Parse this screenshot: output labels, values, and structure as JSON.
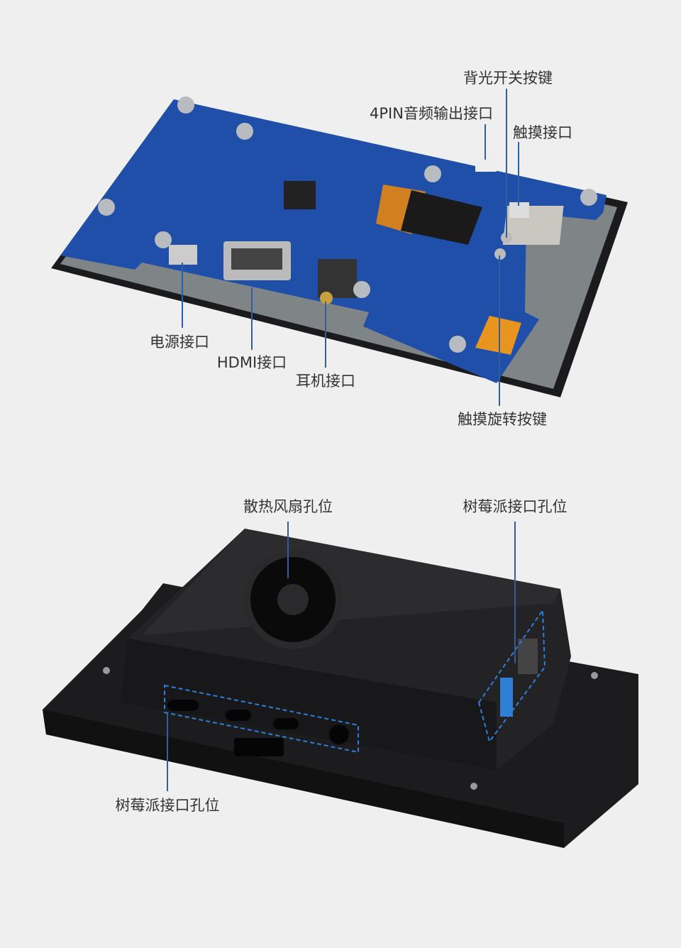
{
  "labels": {
    "backlight_switch": "背光开关按键",
    "audio_4pin": "4PIN音频输出接口",
    "touch_port": "触摸接口",
    "power_port": "电源接口",
    "hdmi_port": "HDMI接口",
    "headphone_port": "耳机接口",
    "touch_rotate_key": "触摸旋转按键",
    "fan_hole": "散热风扇孔位",
    "pi_ports_right": "树莓派接口孔位",
    "pi_ports_bottom": "树莓派接口孔位"
  },
  "colors": {
    "background": "#efefef",
    "pcb": "#1f4fa8",
    "leader_line": "#2f5f9e",
    "case": "#1c1c1e",
    "highlight_dash": "#2f7fd6"
  }
}
